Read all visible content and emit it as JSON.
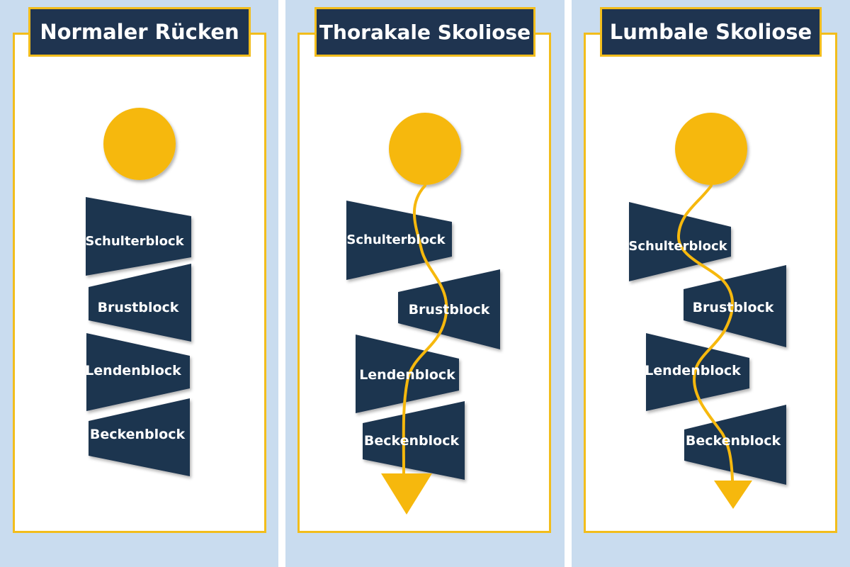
{
  "colors": {
    "background": "#c9dcef",
    "card": "#ffffff",
    "accent": "#f2bd1c",
    "block": "#1f3450",
    "text": "#ffffff"
  },
  "panels": [
    {
      "title": "Normaler Rücken",
      "blocks": [
        "Schulterblock",
        "Brustblock",
        "Lendenblock",
        "Beckenblock"
      ]
    },
    {
      "title": "Thorakale Skoliose",
      "blocks": [
        "Schulterblock",
        "Brustblock",
        "Lendenblock",
        "Beckenblock"
      ]
    },
    {
      "title": "Lumbale Skoliose",
      "blocks": [
        "Schulterblock",
        "Brustblock",
        "Lendenblock",
        "Beckenblock"
      ]
    }
  ]
}
